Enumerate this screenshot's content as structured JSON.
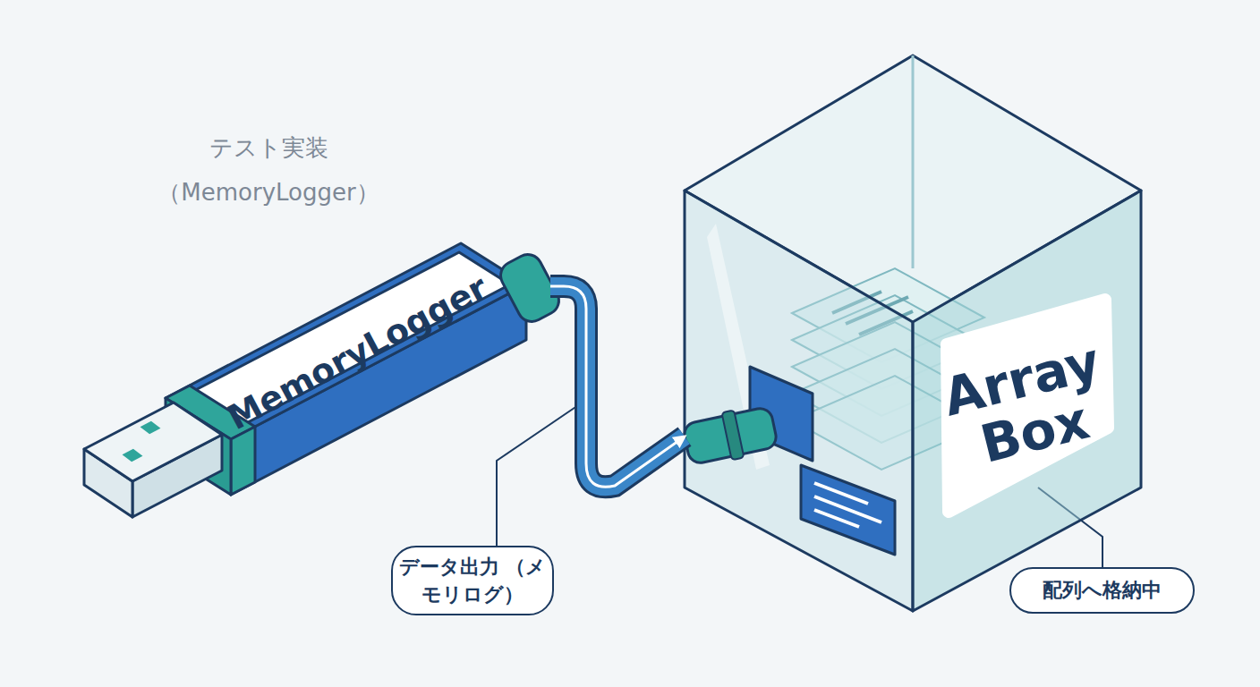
{
  "diagram": {
    "title": "テスト実装 （MemoryLogger）",
    "nodes": [
      {
        "text": [
          "MemoryLogger"
        ]
      },
      {
        "text": [
          "Array Box"
        ]
      }
    ],
    "edges": [
      {
        "from": 0,
        "to": 1,
        "arrow": "to",
        "label": "データ出力 （メモリログ）"
      }
    ],
    "labels": [
      "配列へ格納中"
    ]
  }
}
